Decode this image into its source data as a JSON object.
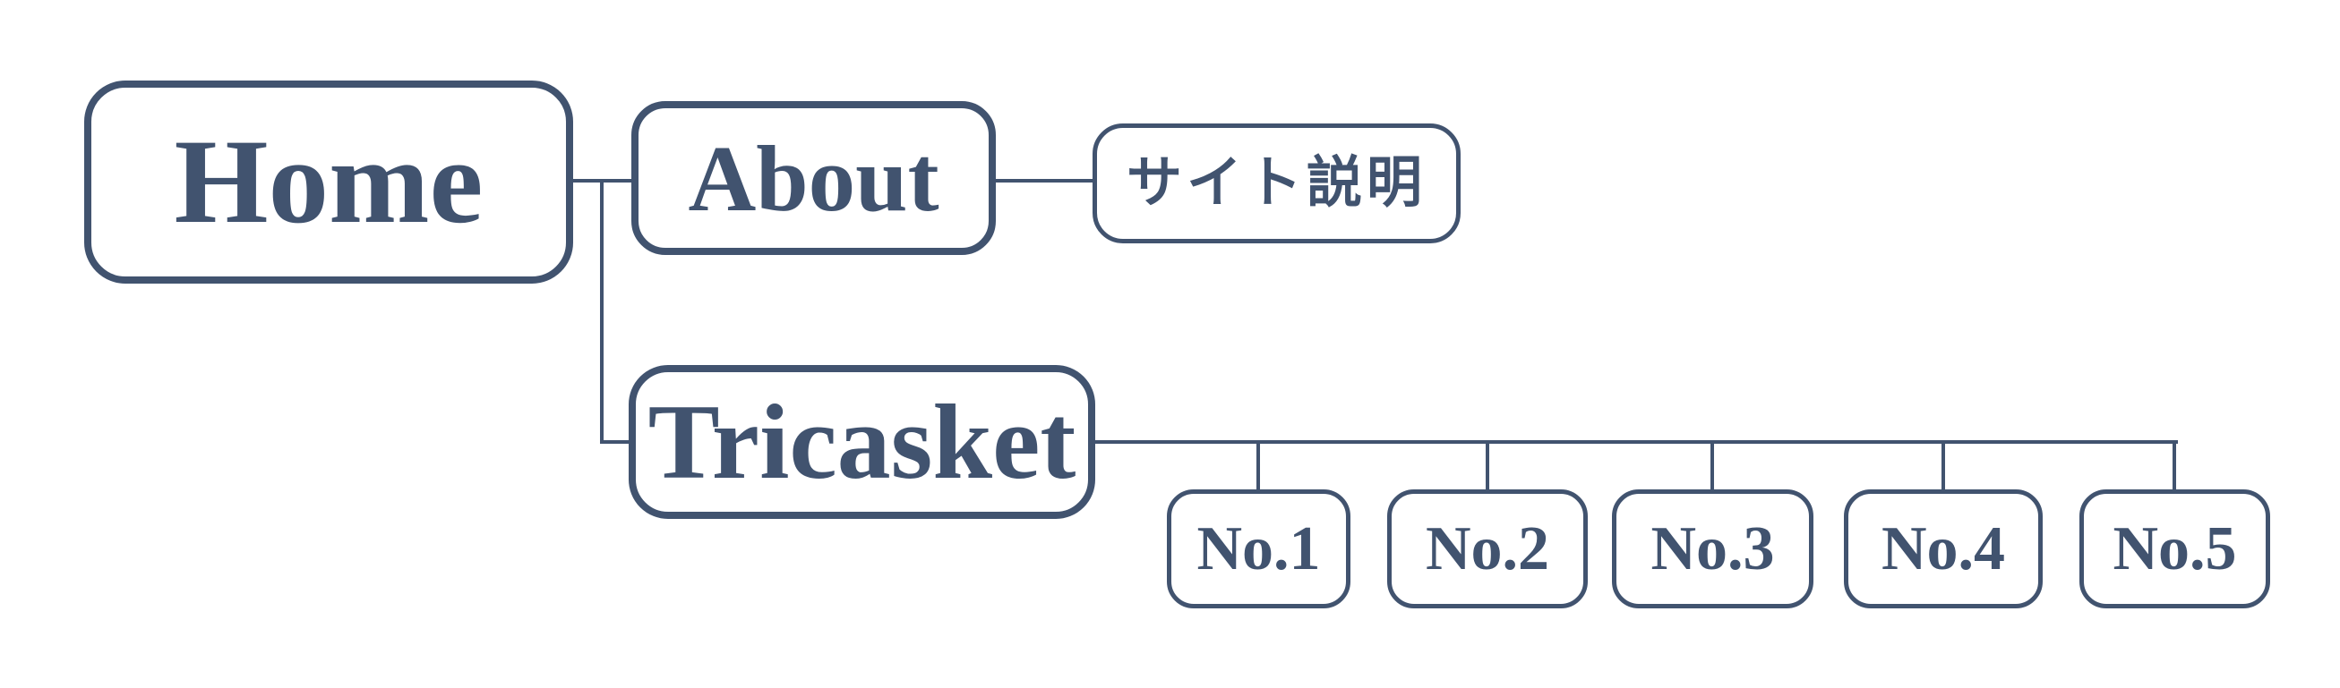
{
  "diagram": {
    "type": "sitemap-tree",
    "accent_color": "#41536F",
    "background_color": "#FFFFFF",
    "nodes": {
      "home": {
        "label": "Home",
        "level": 1
      },
      "about": {
        "label": "About",
        "level": 2
      },
      "tricasket": {
        "label": "Tricasket",
        "level": 2
      },
      "site_description": {
        "label": "サイト説明",
        "level": 3
      },
      "no1": {
        "label": "No.1",
        "level": 3
      },
      "no2": {
        "label": "No.2",
        "level": 3
      },
      "no3": {
        "label": "No.3",
        "level": 3
      },
      "no4": {
        "label": "No.4",
        "level": 3
      },
      "no5": {
        "label": "No.5",
        "level": 3
      }
    },
    "edges": [
      {
        "from": "home",
        "to": "about"
      },
      {
        "from": "home",
        "to": "tricasket"
      },
      {
        "from": "about",
        "to": "site_description"
      },
      {
        "from": "tricasket",
        "to": "no1"
      },
      {
        "from": "tricasket",
        "to": "no2"
      },
      {
        "from": "tricasket",
        "to": "no3"
      },
      {
        "from": "tricasket",
        "to": "no4"
      },
      {
        "from": "tricasket",
        "to": "no5"
      }
    ]
  }
}
